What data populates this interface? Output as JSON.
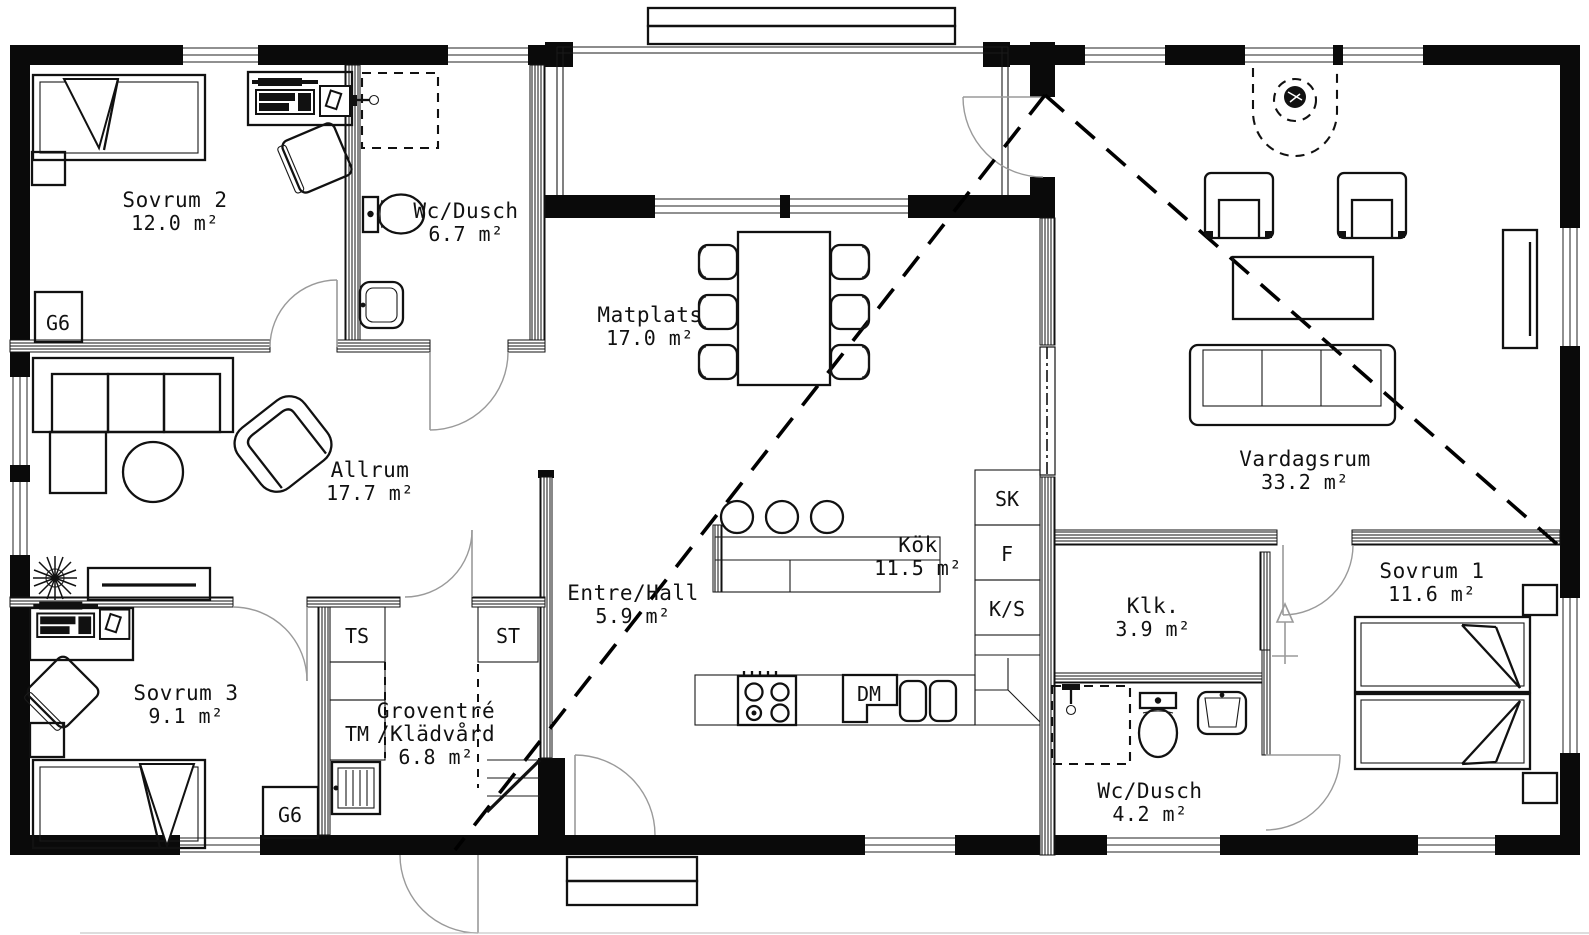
{
  "rooms": [
    {
      "name": "Sovrum 2",
      "area": "12.0 m²"
    },
    {
      "name": "Wc/Dusch",
      "area": "6.7 m²"
    },
    {
      "name": "Matplats",
      "area": "17.0 m²"
    },
    {
      "name": "Allrum",
      "area": "17.7 m²"
    },
    {
      "name": "Entre/Hall",
      "area": "5.9 m²"
    },
    {
      "name": "Kök",
      "area": "11.5 m²"
    },
    {
      "name": "Sovrum 3",
      "area": "9.1 m²"
    },
    {
      "name": "Groventré",
      "name2": "/Klädvård",
      "area": "6.8 m²"
    },
    {
      "name": "Vardagsrum",
      "area": "33.2 m²"
    },
    {
      "name": "Klk.",
      "area": "3.9 m²"
    },
    {
      "name": "Sovrum 1",
      "area": "11.6 m²"
    },
    {
      "name": "Wc/Dusch",
      "area": "4.2 m²"
    }
  ],
  "fixtures": {
    "g6": "G6",
    "ts": "TS",
    "tm": "TM",
    "st": "ST",
    "sk": "SK",
    "f": "F",
    "ks": "K/S",
    "dm": "DM"
  },
  "colors": {
    "wall": "#0a0a0a",
    "line": "#1a1a1a",
    "door_arc": "#9a9a9a",
    "background": "#ffffff"
  }
}
